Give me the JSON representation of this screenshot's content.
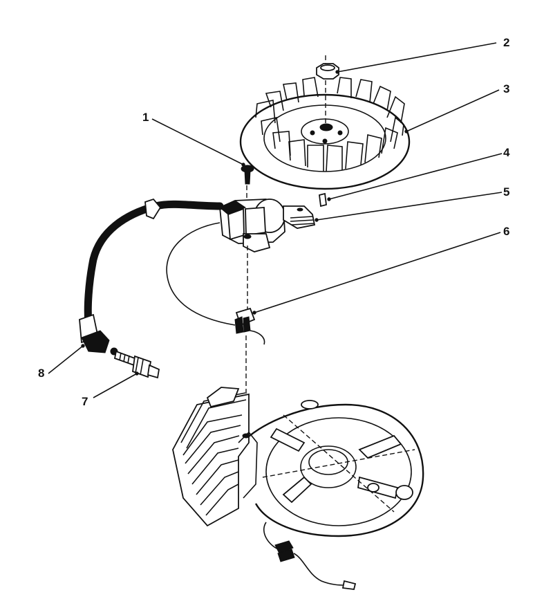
{
  "callouts": [
    {
      "id": "1",
      "part": "screw"
    },
    {
      "id": "2",
      "part": "flywheel-nut"
    },
    {
      "id": "3",
      "part": "flywheel"
    },
    {
      "id": "4",
      "part": "flywheel-key"
    },
    {
      "id": "5",
      "part": "ignition-module"
    },
    {
      "id": "6",
      "part": "ground-clip"
    },
    {
      "id": "7",
      "part": "spark-plug"
    },
    {
      "id": "8",
      "part": "spark-plug-boot"
    }
  ],
  "colors": {
    "ink": "#111111",
    "paper": "#ffffff"
  }
}
